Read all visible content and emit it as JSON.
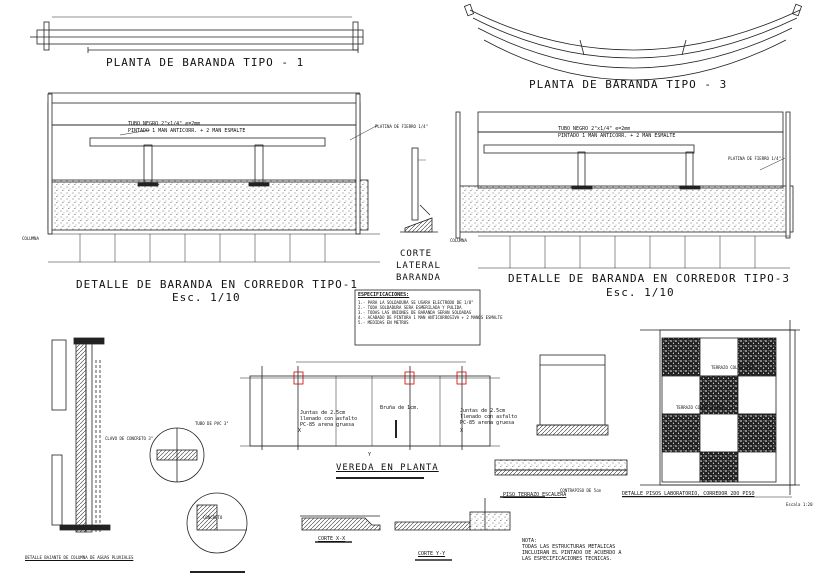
{
  "titles": {
    "planta1": "PLANTA DE BARANDA TIPO - 1",
    "planta3": "PLANTA DE BARANDA TIPO - 3",
    "detalle1": "DETALLE DE BARANDA EN CORREDOR TIPO-1",
    "detalle3": "DETALLE DE BARANDA EN CORREDOR TIPO-3",
    "escala": "Esc. 1/10",
    "corte_lateral": [
      "CORTE",
      "LATERAL",
      "BARANDA"
    ],
    "vereda": "VEREDA EN PLANTA",
    "detalle_pluviales": "DETALLE BAJANTE DE COLUMNA DE AGUAS PLUVIALES",
    "corte_x": "CORTE X-X",
    "corte_y": "CORTE Y-Y",
    "piso_terrazo": "PISO TERRAZO ESCALERA",
    "detalle_pisos": "DETALLE PISOS LABORATORIO, CORREDOR 2DO PISO",
    "escala_pisos": "Escala 1:20"
  },
  "annotations": {
    "tubo": "TUBO NEGRO 2\"x1/4\" e=2mm",
    "pintado": "PINTADO 1 MAN ANTICORR. + 2 MAN ESMALTE",
    "platina": "PLATINA DE FIERRO 1/4\"",
    "columna": "COLUMNA",
    "juntas_izq": [
      "Juntas de 2.5cm",
      "llenado con asfalto",
      "PC-85 arena gruesa"
    ],
    "bruna": "Bruña de 1cm.",
    "juntas_der": [
      "Juntas de 2.5cm",
      "llenado con asfalto",
      "PC-85 arena gruesa"
    ],
    "tubo_pvc": "TUBO DE PVC 3\"",
    "clavo": "CLAVO DE CONCRETO 3\"",
    "concreto": "CONCRETO",
    "contrapiso": "CONTRAPISO DE 5cm",
    "terrazo_color": "TERRAZO COLOR GRIS",
    "terrazo_blanco": "TERRAZO COLOR BLANCO"
  },
  "specs": {
    "title": "ESPECIFICACIONES:",
    "lines": [
      "1.- PARA LA SOLDADURA SE USARA ELECTRODO DE 1/8\"",
      "2.- TODA SOLDADURA SERA ESMERILADA Y PULIDA",
      "3.- TODAS LAS UNIONES DE BARANDA SERAN SOLDADAS",
      "4.- ACABADO DE PINTURA 1 MAN ANTICORROSIVA + 2 MANOS ESMALTE",
      "5.- MEDIDAS EN METROS"
    ]
  },
  "nota": {
    "title": "NOTA:",
    "lines": [
      "TODAS LAS ESTRUCTURAS METALICAS",
      "INCLUIRAN EL PINTADO DE ACUERDO A",
      "LAS ESPECIFICACIONES TECNICAS."
    ]
  },
  "markers": {
    "x": "X",
    "y": "Y"
  }
}
